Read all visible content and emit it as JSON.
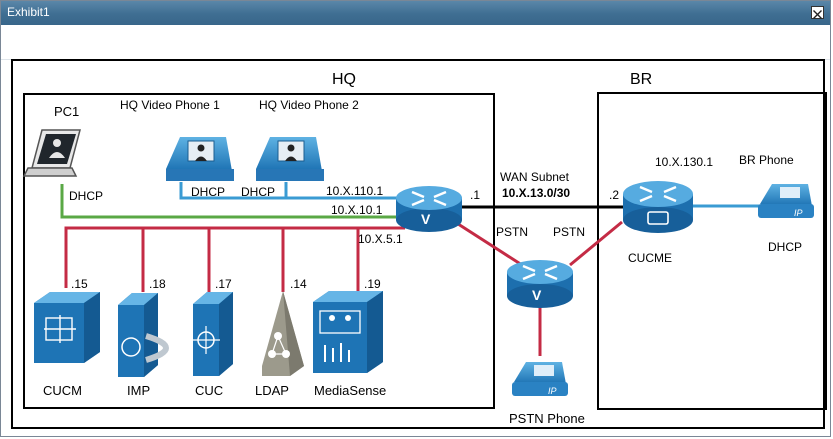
{
  "window": {
    "title": "Exhibit1"
  },
  "sites": {
    "hq": "HQ",
    "br": "BR"
  },
  "devices": {
    "pc1": "PC1",
    "video_phone_1": "HQ Video Phone 1",
    "video_phone_2": "HQ Video Phone 2",
    "br_phone": "BR Phone",
    "pstn_phone": "PSTN Phone",
    "cucme": "CUCME",
    "servers": [
      {
        "name": "CUCM",
        "addr": ".15"
      },
      {
        "name": "IMP",
        "addr": ".18"
      },
      {
        "name": "CUC",
        "addr": ".17"
      },
      {
        "name": "LDAP",
        "addr": ".14"
      },
      {
        "name": "MediaSense",
        "addr": ".19"
      }
    ]
  },
  "labels": {
    "dhcp": "DHCP",
    "hq_voice_subnet": "10.X.110.1",
    "hq_data_subnet": "10.X.10.1",
    "hq_server_subnet": "10.X.5.1",
    "wan_title": "WAN Subnet",
    "wan_subnet": "10.X.13.0/30",
    "hq_wan_addr": ".1",
    "br_wan_addr": ".2",
    "br_subnet": "10.X.130.1",
    "pstn": "PSTN"
  },
  "colors": {
    "titlebar": "#3f6e92",
    "data_link": "#5aa845",
    "voice_link": "#3a9bd3",
    "server_link": "#c42b45",
    "cisco_blue": "#2a86c6"
  }
}
